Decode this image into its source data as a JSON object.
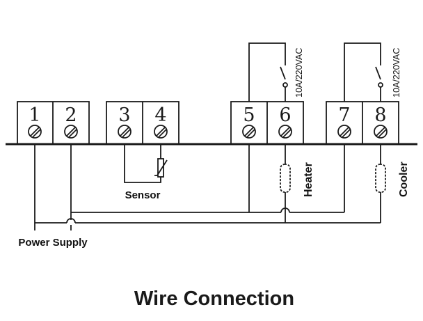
{
  "terminals": [
    "1",
    "2",
    "3",
    "4",
    "5",
    "6",
    "7",
    "8"
  ],
  "labels": {
    "sensor": "Sensor",
    "power_supply": "Power Supply",
    "heater": "Heater",
    "cooler": "Cooler",
    "relay_rating_heater": "10A/220VAC",
    "relay_rating_cooler": "10A/220VAC"
  },
  "caption": "Wire Connection"
}
